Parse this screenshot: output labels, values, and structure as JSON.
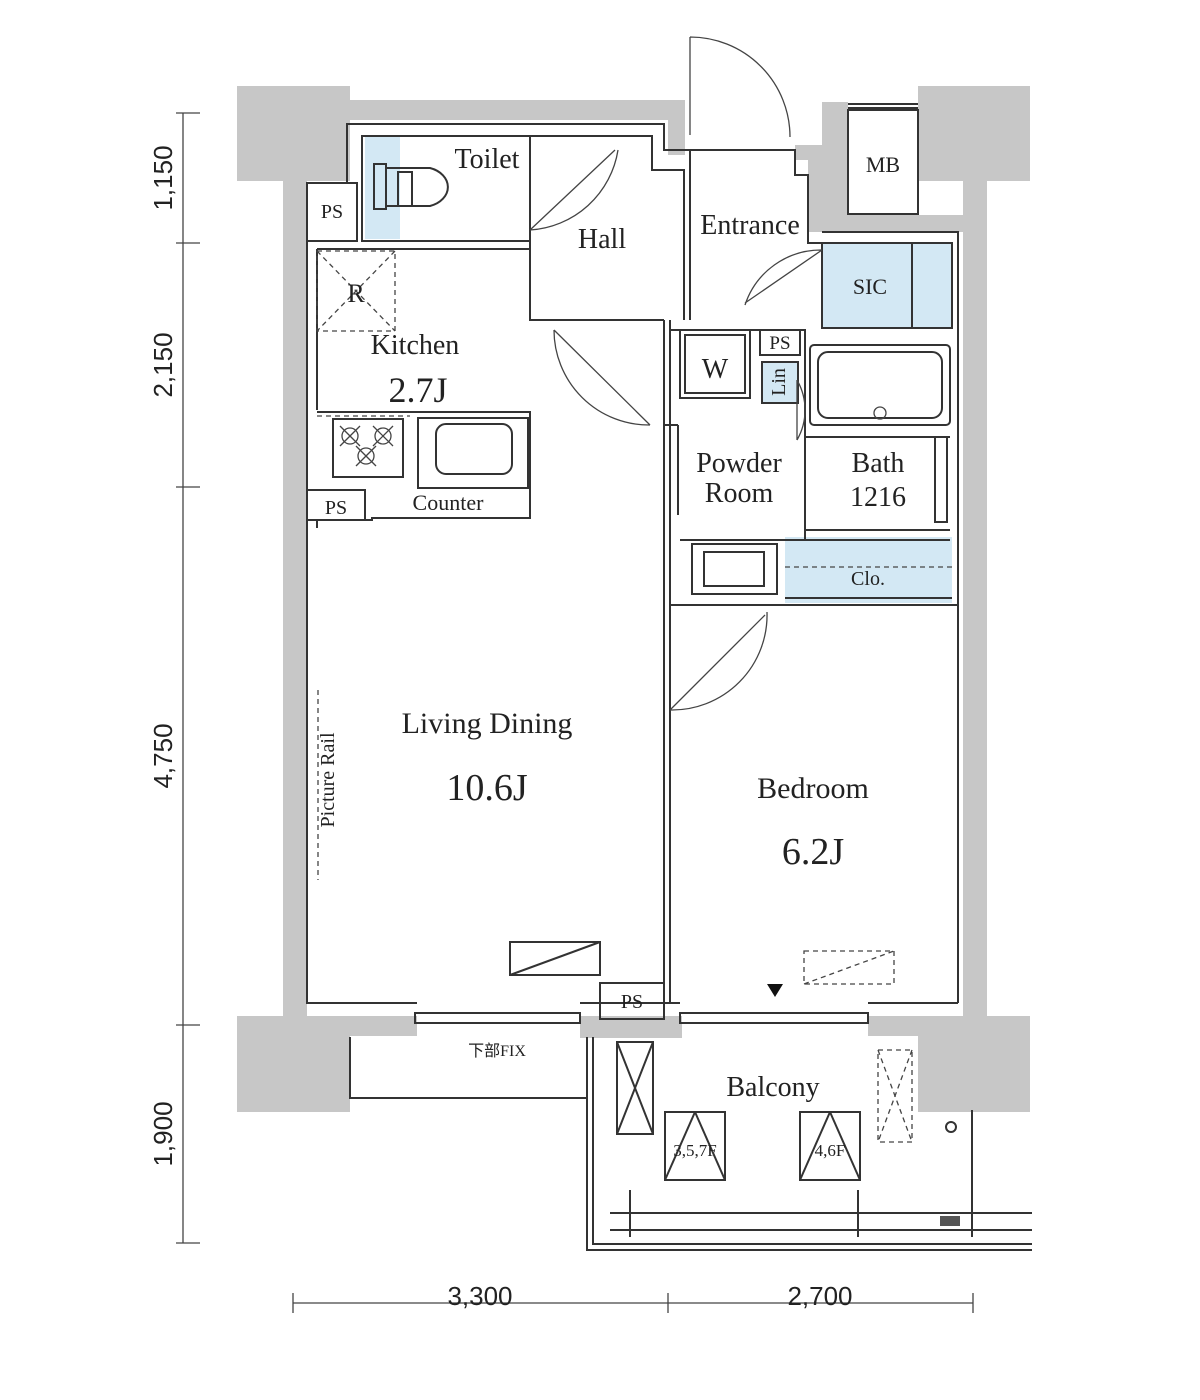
{
  "rooms": {
    "toilet": "Toilet",
    "hall": "Hall",
    "entrance": "Entrance",
    "mb": "MB",
    "sic": "SIC",
    "kitchen": "Kitchen",
    "kitchen_size": "2.7J",
    "refrigerator": "R",
    "washer": "W",
    "linen": "Lin",
    "powder_room_line1": "Powder",
    "powder_room_line2": "Room",
    "bath": "Bath",
    "bath_size": "1216",
    "closet": "Clo.",
    "counter": "Counter",
    "living_dining": "Living Dining",
    "living_dining_size": "10.6J",
    "bedroom": "Bedroom",
    "bedroom_size": "6.2J",
    "picture_rail": "Picture Rail",
    "balcony": "Balcony",
    "fix_window": "下部FIX",
    "hatch_1": "3,5,7F",
    "hatch_2": "4,6F"
  },
  "ps_labels": {
    "ps1": "PS",
    "ps2": "PS",
    "ps3": "PS",
    "ps4": "PS"
  },
  "dimensions": {
    "vertical": [
      "1,150",
      "2,150",
      "4,750",
      "1,900"
    ],
    "horizontal": [
      "3,300",
      "2,700"
    ]
  },
  "colors": {
    "wall": "#c7c7c7",
    "wet_area": "#d3e8f4"
  }
}
